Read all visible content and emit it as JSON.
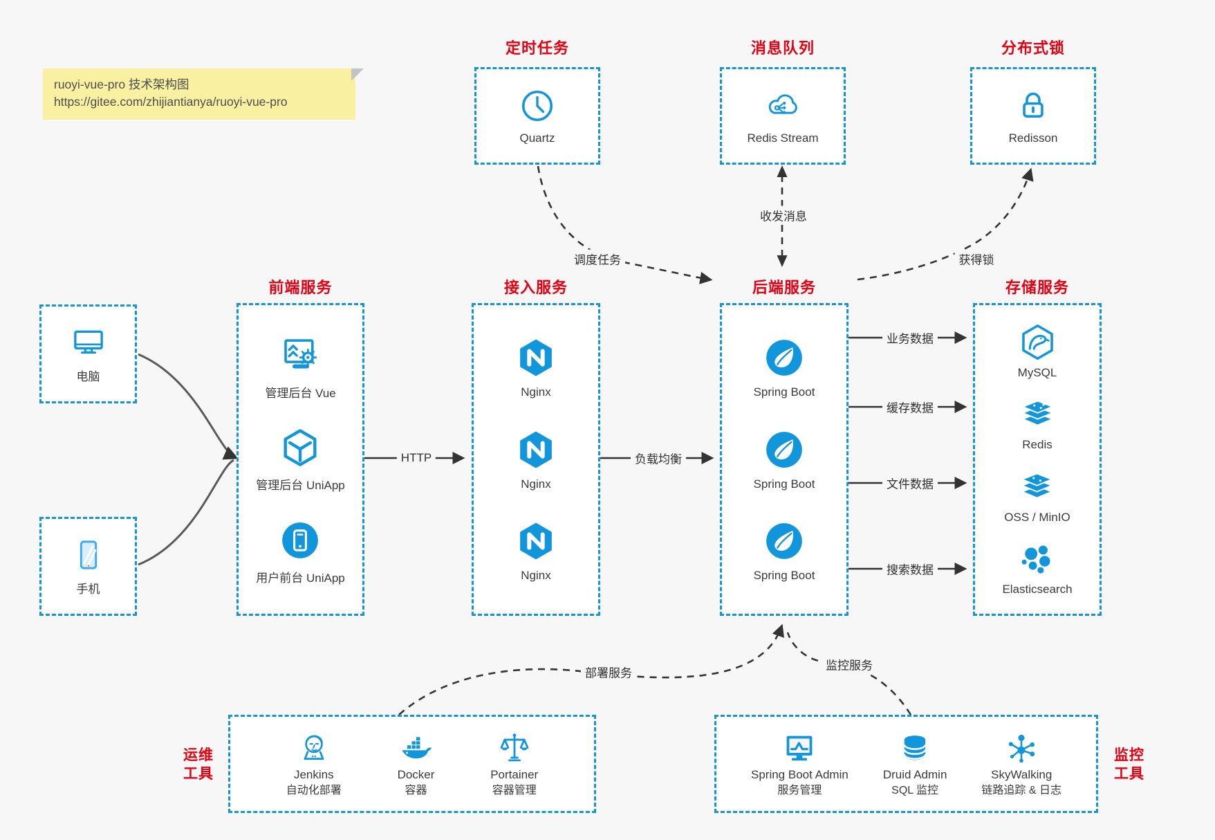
{
  "meta": {
    "background": "#f7f7f7",
    "accent_blue": "#1296db",
    "title_red": "#e60012",
    "line_dark": "#333333",
    "line_gray": "#595959",
    "note_yellow": "#faf0a2"
  },
  "note": {
    "line1": "ruoyi-vue-pro 技术架构图",
    "line2": "https://gitee.com/zhijiantianya/ruoyi-vue-pro"
  },
  "top_services": {
    "scheduler": {
      "title": "定时任务",
      "item": {
        "label": "Quartz",
        "icon": "clock-icon"
      }
    },
    "message_queue": {
      "title": "消息队列",
      "item": {
        "label": "Redis Stream",
        "icon": "cloud-stream-icon"
      }
    },
    "distributed_lock": {
      "title": "分布式锁",
      "item": {
        "label": "Redisson",
        "icon": "lock-icon"
      }
    }
  },
  "clients": {
    "pc": {
      "label": "电脑",
      "icon": "desktop-icon"
    },
    "mobile": {
      "label": "手机",
      "icon": "smartphone-icon"
    }
  },
  "service_columns": {
    "frontend": {
      "title": "前端服务",
      "items": [
        {
          "label": "管理后台 Vue",
          "icon": "admin-vue-icon"
        },
        {
          "label": "管理后台 UniApp",
          "icon": "uniapp-cube-icon"
        },
        {
          "label": "用户前台 UniApp",
          "icon": "user-app-icon"
        }
      ]
    },
    "gateway": {
      "title": "接入服务",
      "items": [
        {
          "label": "Nginx",
          "icon": "nginx-icon"
        },
        {
          "label": "Nginx",
          "icon": "nginx-icon"
        },
        {
          "label": "Nginx",
          "icon": "nginx-icon"
        }
      ]
    },
    "backend": {
      "title": "后端服务",
      "items": [
        {
          "label": "Spring Boot",
          "icon": "spring-boot-icon"
        },
        {
          "label": "Spring Boot",
          "icon": "spring-boot-icon"
        },
        {
          "label": "Spring Boot",
          "icon": "spring-boot-icon"
        }
      ]
    },
    "storage": {
      "title": "存储服务",
      "items": [
        {
          "label": "MySQL",
          "icon": "mysql-icon"
        },
        {
          "label": "Redis",
          "icon": "redis-icon"
        },
        {
          "label": "OSS / MinIO",
          "icon": "oss-minio-icon"
        },
        {
          "label": "Elasticsearch",
          "icon": "elasticsearch-icon"
        }
      ]
    }
  },
  "tool_groups": {
    "ops": {
      "title_line1": "运维",
      "title_line2": "工具",
      "items": [
        {
          "name": "Jenkins",
          "desc": "自动化部署",
          "icon": "jenkins-icon"
        },
        {
          "name": "Docker",
          "desc": "容器",
          "icon": "docker-icon"
        },
        {
          "name": "Portainer",
          "desc": "容器管理",
          "icon": "portainer-icon"
        }
      ]
    },
    "monitoring": {
      "title_line1": "监控",
      "title_line2": "工具",
      "items": [
        {
          "name": "Spring Boot Admin",
          "desc": "服务管理",
          "icon": "spring-boot-admin-icon"
        },
        {
          "name": "Druid Admin",
          "desc": "SQL 监控",
          "icon": "druid-icon"
        },
        {
          "name": "SkyWalking",
          "desc": "链路追踪 & 日志",
          "icon": "skywalking-icon"
        }
      ]
    }
  },
  "edge_labels": {
    "schedule": "调度任务",
    "messaging": "收发消息",
    "acquire_lock": "获得锁",
    "http": "HTTP",
    "load_balance": "负载均衡",
    "business_data": "业务数据",
    "cache_data": "缓存数据",
    "file_data": "文件数据",
    "search_data": "搜索数据",
    "deploy": "部署服务",
    "monitor": "监控服务"
  }
}
